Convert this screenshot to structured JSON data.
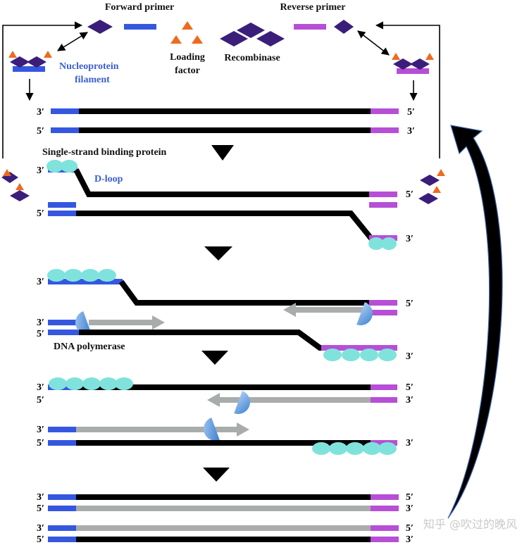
{
  "labels": {
    "forward_primer": "Forward primer",
    "reverse_primer": "Reverse primer",
    "loading_factor_1": "Loading",
    "loading_factor_2": "factor",
    "recombinase": "Recombinase",
    "nucleoprotein_1": "Nucleoprotein",
    "nucleoprotein_2": "filament",
    "ssb": "Single-strand binding protein",
    "dloop": "D-loop",
    "polymerase": "DNA polymerase"
  },
  "ends": {
    "three": "3′",
    "five": "5′"
  },
  "watermark": "知乎 @吹过的晚风",
  "colors": {
    "forward": "#3557e0",
    "reverse": "#b64fd6",
    "recombinase": "#3b1e7a",
    "loading_factor": "#ee6a1e",
    "ssb": "#7fe3dc",
    "polymerase": "#6aa6e6",
    "new_strand": "#a9acac",
    "dna": "#000000"
  }
}
